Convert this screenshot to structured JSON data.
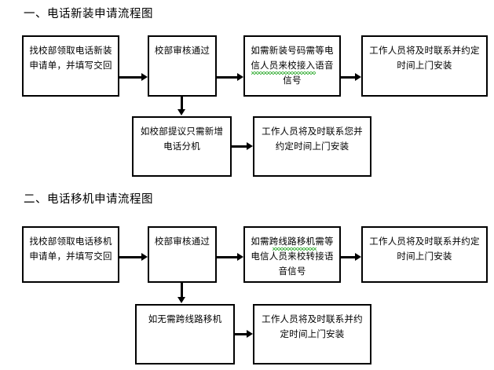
{
  "document": {
    "type": "flowchart-document",
    "language": "zh-CN",
    "page_background": "#ffffff",
    "line_color": "#000000",
    "grammar_marker_color": "#14a014"
  },
  "sections": [
    {
      "id": "section-1",
      "heading": "一、电话新装申请流程图",
      "nodes": {
        "row1": [
          {
            "id": "s1-n1",
            "text": "找校部领取电话新装申请单，并填写交回",
            "has_grammar_marker": false
          },
          {
            "id": "s1-n2",
            "text": "校部审核通过",
            "has_grammar_marker": false
          },
          {
            "id": "s1-n3",
            "text": "如需新装号码需等电信人员来校接入语音信号",
            "has_grammar_marker": true,
            "grammar_marker_text": "信人员来校接"
          },
          {
            "id": "s1-n4",
            "text": "工作人员将及时联系并约定时间上门安装",
            "has_grammar_marker": false
          }
        ],
        "row2": [
          {
            "id": "s1-n5",
            "text": "如校部提议只需新增电话分机",
            "has_grammar_marker": false
          },
          {
            "id": "s1-n6",
            "text": "工作人员将及时联系您并约定时间上门安装",
            "has_grammar_marker": false
          }
        ]
      },
      "connectors": [
        {
          "from": "s1-n1",
          "to": "s1-n2",
          "direction": "right"
        },
        {
          "from": "s1-n2",
          "to": "s1-n3",
          "direction": "right"
        },
        {
          "from": "s1-n3",
          "to": "s1-n4",
          "direction": "right"
        },
        {
          "from": "s1-n2",
          "to": "s1-n5",
          "direction": "down"
        },
        {
          "from": "s1-n5",
          "to": "s1-n6",
          "direction": "right"
        }
      ]
    },
    {
      "id": "section-2",
      "heading": "二、电话移机申请流程图",
      "nodes": {
        "row1": [
          {
            "id": "s2-n1",
            "text": "找校部领取电话移机申请单，并填写交回",
            "has_grammar_marker": false
          },
          {
            "id": "s2-n2",
            "text": "校部审核通过",
            "has_grammar_marker": false
          },
          {
            "id": "s2-n3",
            "text": "如需跨线路移机需等电信人员来校转接语音信号",
            "has_grammar_marker": true,
            "grammar_marker_text": "跨线路移"
          },
          {
            "id": "s2-n4",
            "text": "工作人员将及时联系并约定时间上门安装",
            "has_grammar_marker": false
          }
        ],
        "row2": [
          {
            "id": "s2-n5",
            "text": "如无需跨线路移机",
            "has_grammar_marker": false
          },
          {
            "id": "s2-n6",
            "text": "工作人员将及时联系并约定时间上门安装",
            "has_grammar_marker": false
          }
        ]
      },
      "connectors": [
        {
          "from": "s2-n1",
          "to": "s2-n2",
          "direction": "right"
        },
        {
          "from": "s2-n2",
          "to": "s2-n3",
          "direction": "right"
        },
        {
          "from": "s2-n3",
          "to": "s2-n4",
          "direction": "right"
        },
        {
          "from": "s2-n2",
          "to": "s2-n5",
          "direction": "down"
        },
        {
          "from": "s2-n5",
          "to": "s2-n6",
          "direction": "right"
        }
      ]
    }
  ]
}
